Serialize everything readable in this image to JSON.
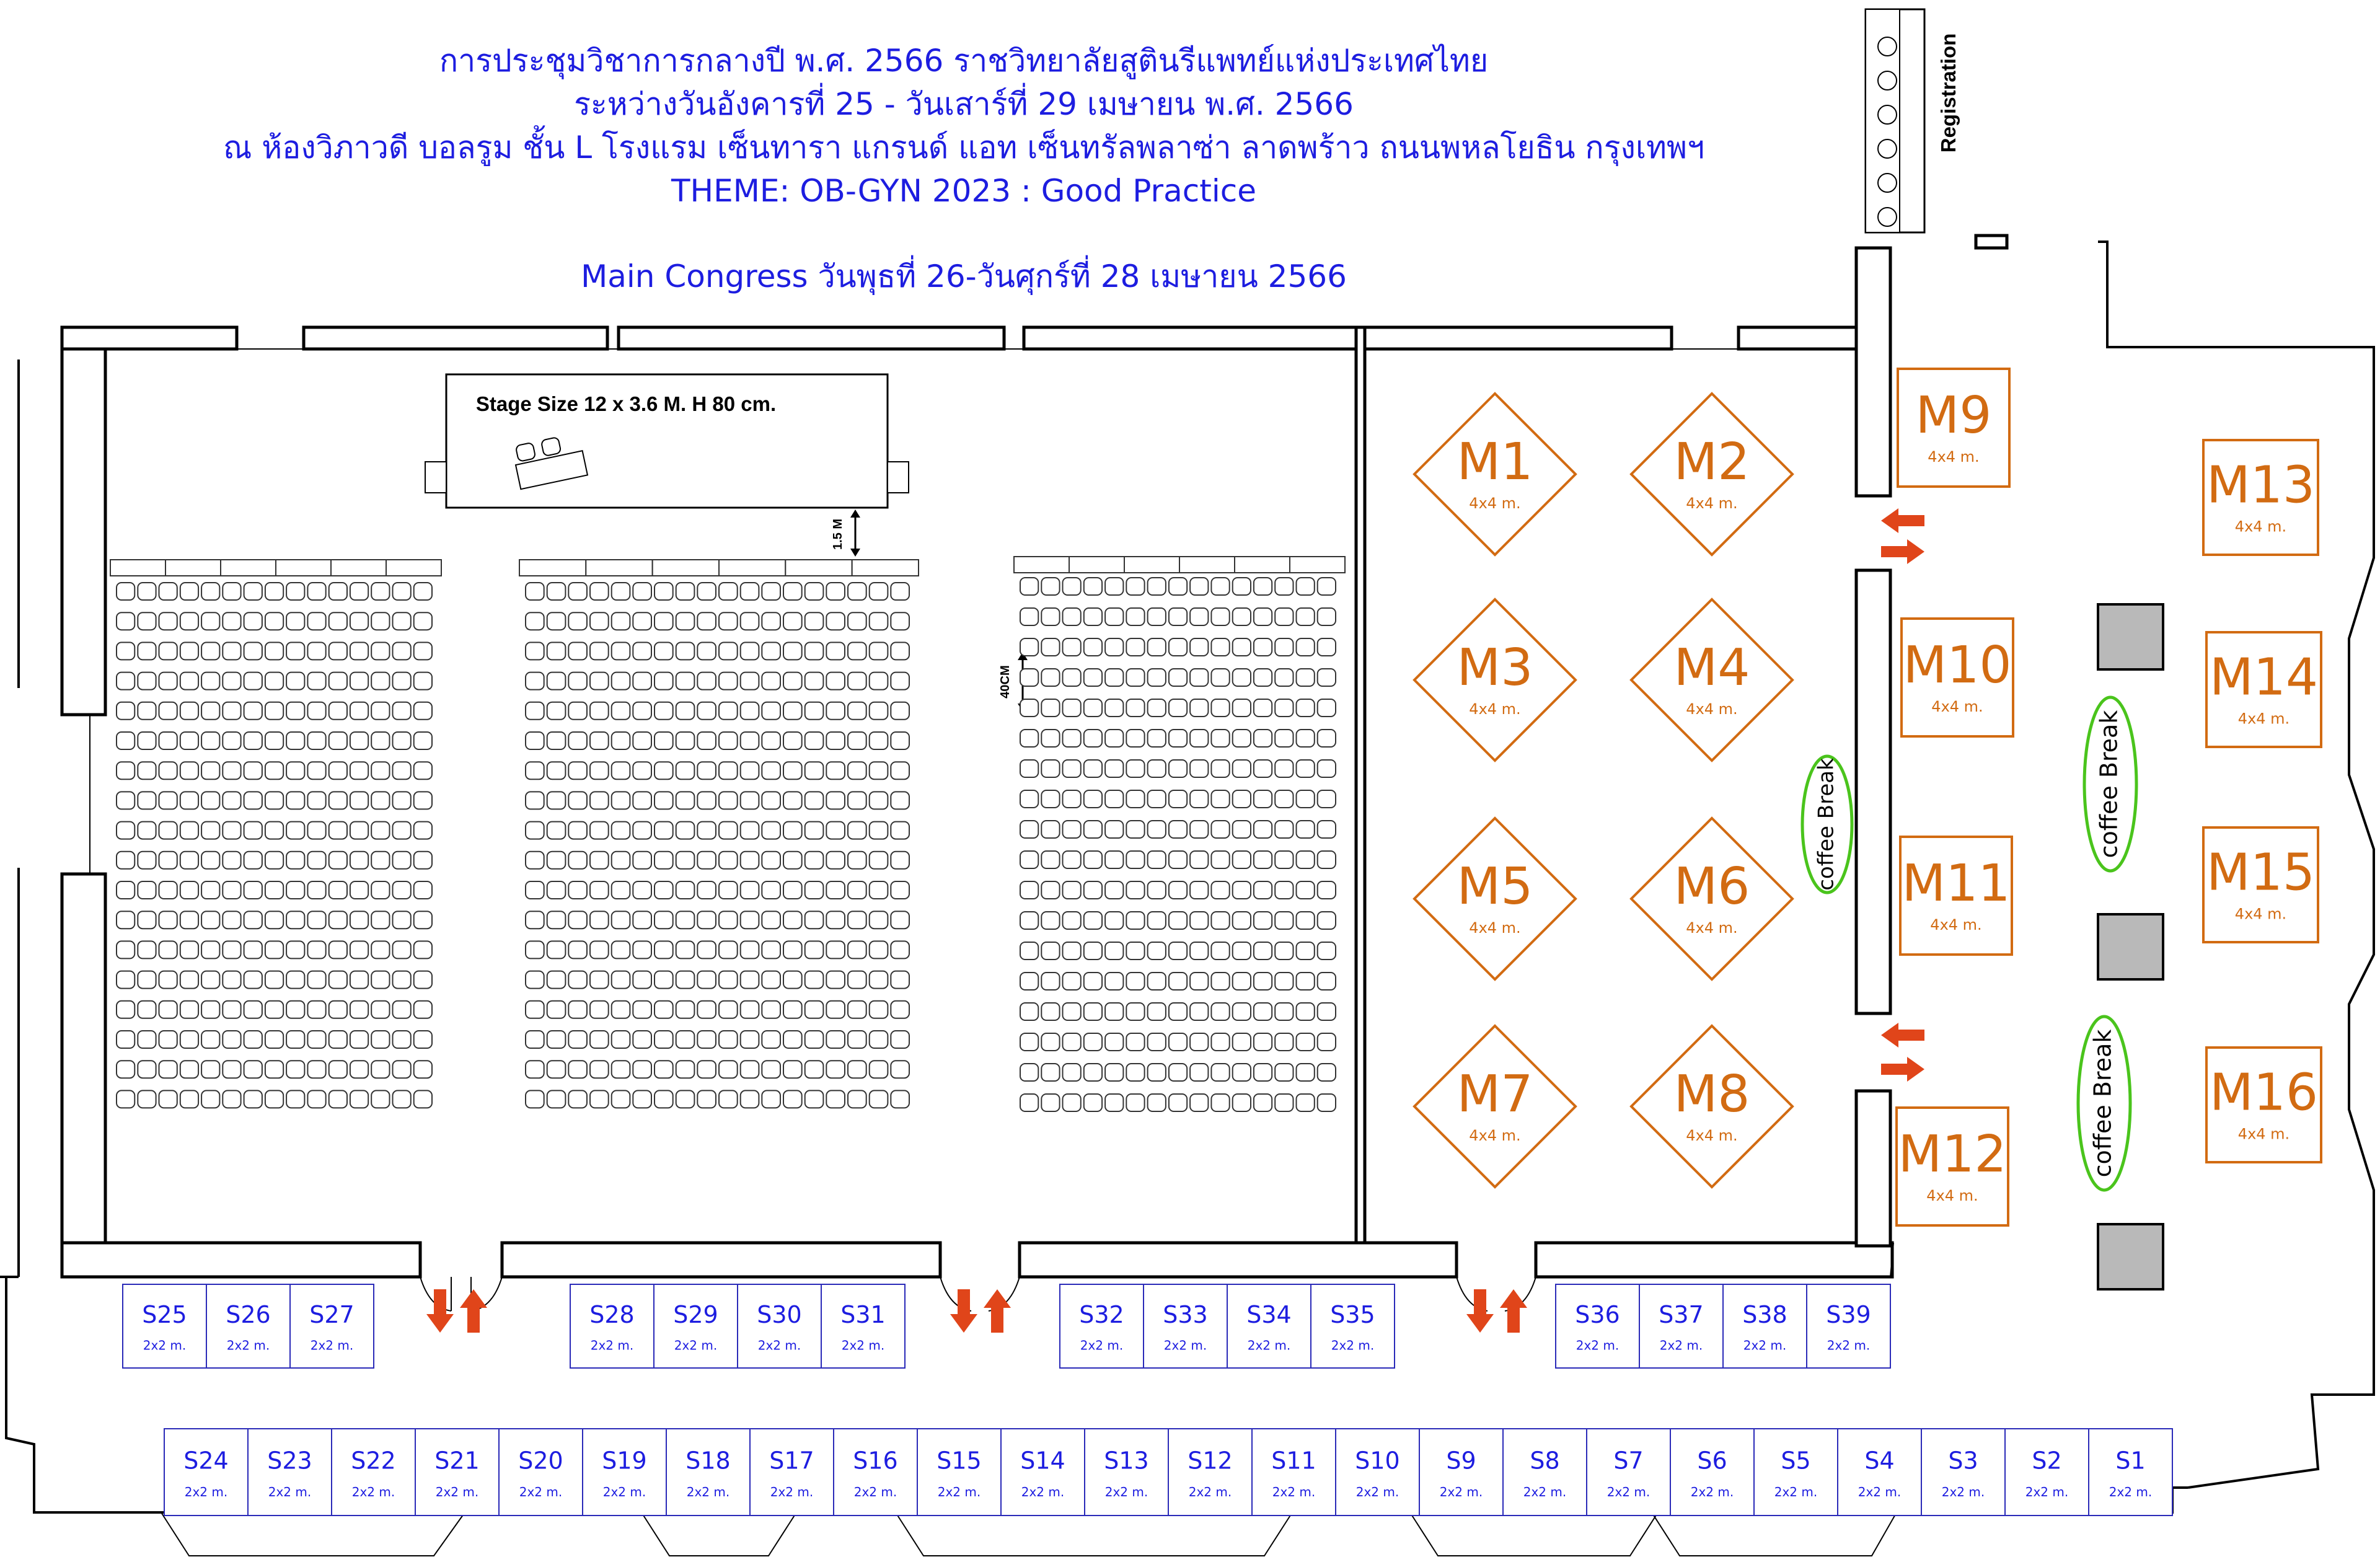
{
  "header": {
    "line1": "การประชุมวิชาการกลางปี พ.ศ. 2566  ราชวิทยาลัยสูตินรีแพทย์แห่งประเทศไทย",
    "line2": "ระหว่างวันอังคารที่ 25 - วันเสาร์ที่ 29 เมษายน พ.ศ. 2566",
    "line3": "ณ ห้องวิภาวดี บอลรูม ชั้น L โรงแรม เซ็นทารา แกรนด์ แอท เซ็นทรัลพลาซ่า ลาดพร้าว ถนนพหลโยธิน กรุงเทพฯ",
    "line4": "THEME: OB-GYN 2023 : Good Practice",
    "line5": "Main Congress วันพุธที่ 26-วันศุกร์ที่ 28 เมษายน 2566"
  },
  "stage": {
    "label": "Stage Size 12 x 3.6 M. H 80 cm."
  },
  "dimensions": {
    "stage_gap": "1.5 M",
    "row_gap": "40CM"
  },
  "registration": "Registration",
  "coffee_break": "coffee Break",
  "medium_booths": [
    {
      "id": "M1",
      "size": "4x4 m."
    },
    {
      "id": "M2",
      "size": "4x4 m."
    },
    {
      "id": "M3",
      "size": "4x4 m."
    },
    {
      "id": "M4",
      "size": "4x4 m."
    },
    {
      "id": "M5",
      "size": "4x4 m."
    },
    {
      "id": "M6",
      "size": "4x4 m."
    },
    {
      "id": "M7",
      "size": "4x4 m."
    },
    {
      "id": "M8",
      "size": "4x4 m."
    },
    {
      "id": "M9",
      "size": "4x4 m."
    },
    {
      "id": "M10",
      "size": "4x4 m."
    },
    {
      "id": "M11",
      "size": "4x4 m."
    },
    {
      "id": "M12",
      "size": "4x4 m."
    },
    {
      "id": "M13",
      "size": "4x4 m."
    },
    {
      "id": "M14",
      "size": "4x4 m."
    },
    {
      "id": "M15",
      "size": "4x4 m."
    },
    {
      "id": "M16",
      "size": "4x4 m."
    }
  ],
  "upper_booths": [
    {
      "id": "S25",
      "size": "2x2 m."
    },
    {
      "id": "S26",
      "size": "2x2 m."
    },
    {
      "id": "S27",
      "size": "2x2 m."
    },
    {
      "id": "S28",
      "size": "2x2 m."
    },
    {
      "id": "S29",
      "size": "2x2 m."
    },
    {
      "id": "S30",
      "size": "2x2 m."
    },
    {
      "id": "S31",
      "size": "2x2 m."
    },
    {
      "id": "S32",
      "size": "2x2 m."
    },
    {
      "id": "S33",
      "size": "2x2 m."
    },
    {
      "id": "S34",
      "size": "2x2 m."
    },
    {
      "id": "S35",
      "size": "2x2 m."
    },
    {
      "id": "S36",
      "size": "2x2 m."
    },
    {
      "id": "S37",
      "size": "2x2 m."
    },
    {
      "id": "S38",
      "size": "2x2 m."
    },
    {
      "id": "S39",
      "size": "2x2 m."
    }
  ],
  "lower_booths": [
    {
      "id": "S24",
      "size": "2x2 m."
    },
    {
      "id": "S23",
      "size": "2x2 m."
    },
    {
      "id": "S22",
      "size": "2x2 m."
    },
    {
      "id": "S21",
      "size": "2x2 m."
    },
    {
      "id": "S20",
      "size": "2x2 m."
    },
    {
      "id": "S19",
      "size": "2x2 m."
    },
    {
      "id": "S18",
      "size": "2x2 m."
    },
    {
      "id": "S17",
      "size": "2x2 m."
    },
    {
      "id": "S16",
      "size": "2x2 m."
    },
    {
      "id": "S15",
      "size": "2x2 m."
    },
    {
      "id": "S14",
      "size": "2x2 m."
    },
    {
      "id": "S13",
      "size": "2x2 m."
    },
    {
      "id": "S12",
      "size": "2x2 m."
    },
    {
      "id": "S11",
      "size": "2x2 m."
    },
    {
      "id": "S10",
      "size": "2x2 m."
    },
    {
      "id": "S9",
      "size": "2x2 m."
    },
    {
      "id": "S8",
      "size": "2x2 m."
    },
    {
      "id": "S7",
      "size": "2x2 m."
    },
    {
      "id": "S6",
      "size": "2x2 m."
    },
    {
      "id": "S5",
      "size": "2x2 m."
    },
    {
      "id": "S4",
      "size": "2x2 m."
    },
    {
      "id": "S3",
      "size": "2x2 m."
    },
    {
      "id": "S2",
      "size": "2x2 m."
    },
    {
      "id": "S1",
      "size": "2x2 m."
    }
  ],
  "colors": {
    "header_blue": "#1d1de0",
    "booth_orange": "#d26b12",
    "arrow_red": "#e0451a",
    "coffee_green": "#4ac41c",
    "table_grey": "#b9b9b9"
  }
}
